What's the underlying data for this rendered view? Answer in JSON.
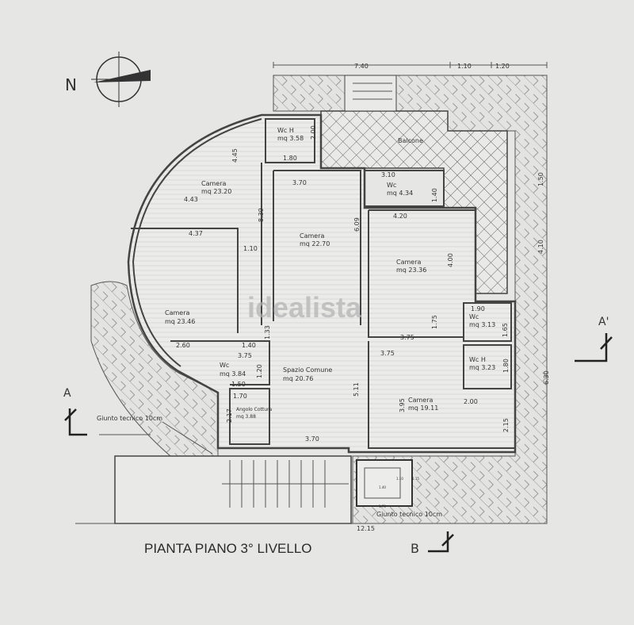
{
  "title": "PIANTA PIANO 3° LIVELLO",
  "watermark": "idealista",
  "colors": {
    "paper": "#e6e6e4",
    "lines": "#444444",
    "watermark": "#b0b0b0"
  },
  "compass": {
    "label": "N",
    "icon": "north-arrow-icon"
  },
  "sections": {
    "a": "A",
    "a_prime": "A'",
    "b": "B"
  },
  "rooms": [
    {
      "name": "Wc H",
      "area": "mq 3.58"
    },
    {
      "name": "Camera",
      "area": "mq 23.20"
    },
    {
      "name": "Camera",
      "area": "mq 22.70"
    },
    {
      "name": "Balcone",
      "area": ""
    },
    {
      "name": "Wc",
      "area": "mq 4.34"
    },
    {
      "name": "Camera",
      "area": "mq 23.36"
    },
    {
      "name": "Camera",
      "area": "mq 23.46"
    },
    {
      "name": "Wc",
      "area": "mq 3.13"
    },
    {
      "name": "Wc H",
      "area": "mq 3.23"
    },
    {
      "name": "Wc",
      "area": "mq 3.84"
    },
    {
      "name": "Spazio Comune",
      "area": "mq 20.76"
    },
    {
      "name": "Angolo Cottura",
      "area": "mq 3.88"
    },
    {
      "name": "Camera",
      "area": "mq 19.11"
    }
  ],
  "dimensions": {
    "top_1": "7.40",
    "top_2": "1.10",
    "top_3": "1.20",
    "right_1": "1.50",
    "right_2": "4.10",
    "right_3": "6.30",
    "bottom": "12.15",
    "wch_w": "1.80",
    "wch_h": "2.00",
    "cam1_h": "4.45",
    "cam1_w": "4.43",
    "cam2_w": "3.70",
    "cam2_h": "8.39",
    "cam3_w": "4.37",
    "gap": "1.10",
    "c2270_h": "6.09",
    "wc434_w": "3.10",
    "wc434_h": "1.40",
    "c2336_w": "4.20",
    "c2336_h": "4.00",
    "c2336_b": "3.75",
    "c2336_s": "1.75",
    "wc313_w": "1.90",
    "wc313_h": "1.65",
    "wch323_h": "1.80",
    "c1911_w": "3.75",
    "c1911_h": "3.95",
    "c1911_d": "2.00",
    "c1911_s": "2.15",
    "c1911_l": "5.11",
    "wc384_a": "2.60",
    "wc384_b": "1.40",
    "wc384_c": "3.75",
    "wc384_h": "1.20",
    "wc384_d": "1.50",
    "d133": "1.33",
    "ang_w": "1.70",
    "ang_h": "2.17",
    "sc_w": "3.70",
    "lift_1": "1.40",
    "lift_2": "1.10",
    "lift_3": "1.70",
    "lift_4": "1.15"
  },
  "notes": {
    "giunto_left": "Giunto tecnico 10cm",
    "giunto_right": "Giunto tecnico 10cm"
  }
}
